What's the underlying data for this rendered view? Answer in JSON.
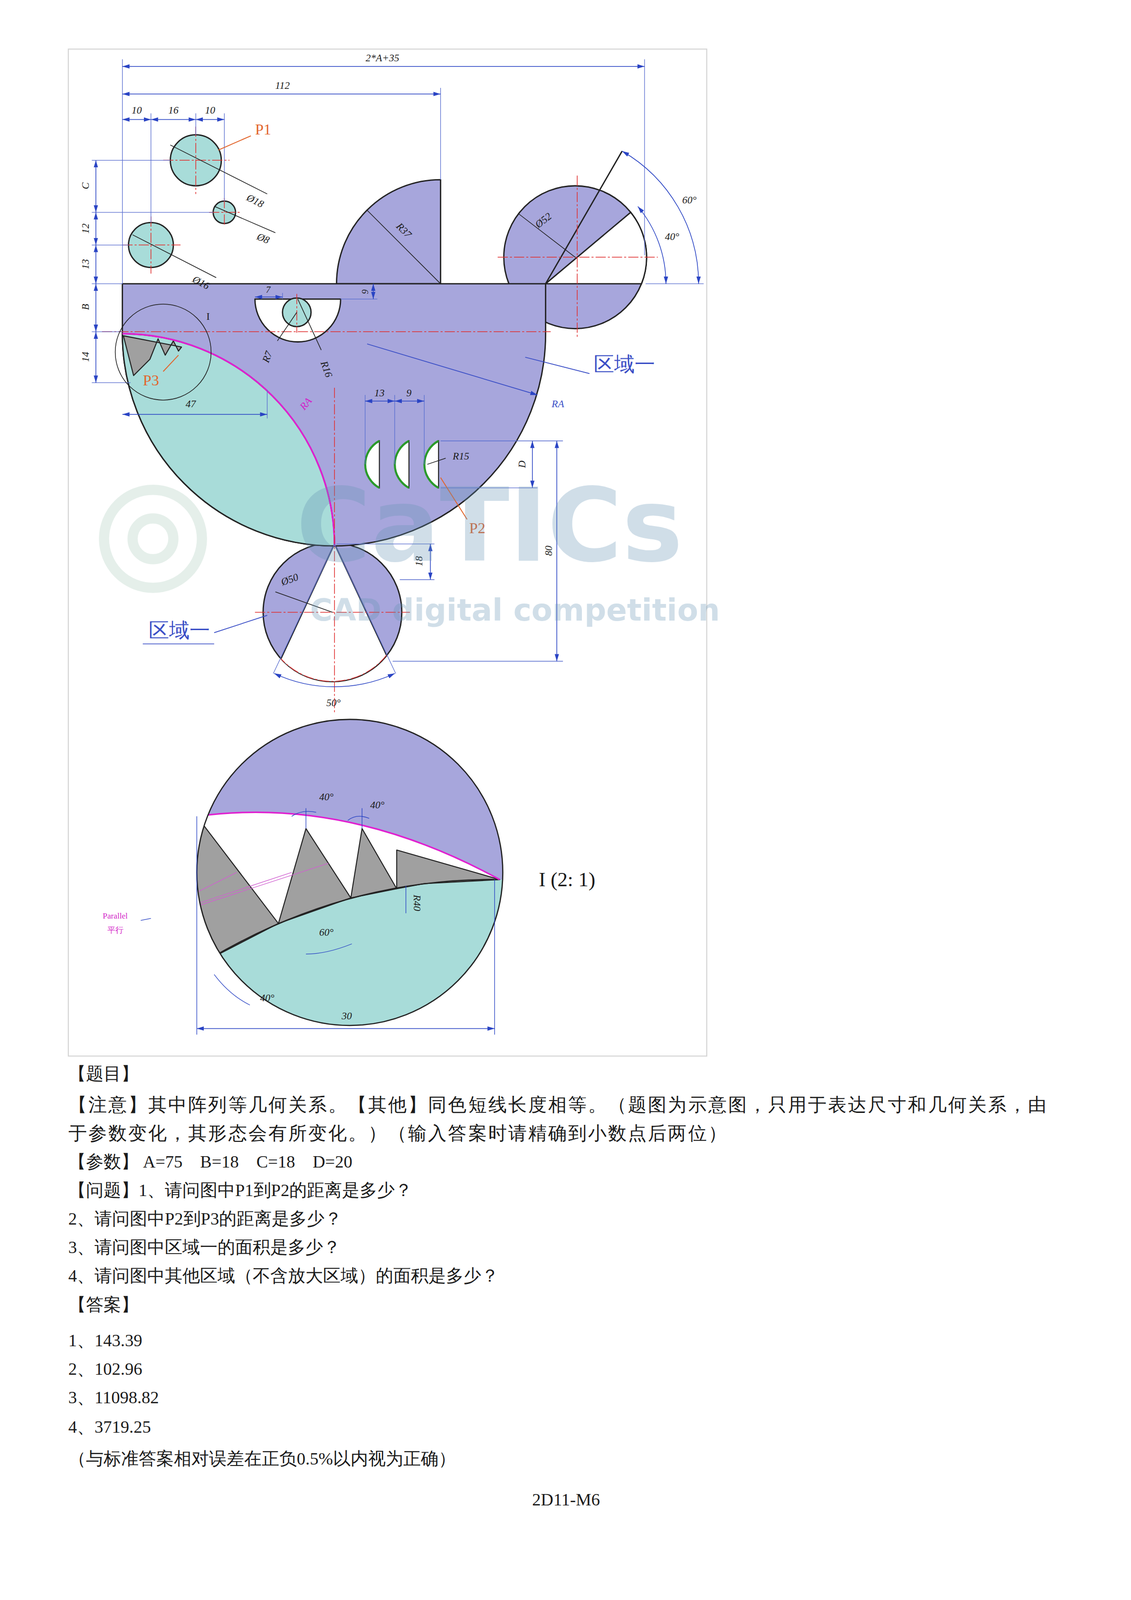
{
  "diagram": {
    "labels": [
      "2*A+35",
      "112",
      "10",
      "16",
      "10",
      "P1",
      "C",
      "Ø18",
      "12",
      "Ø8",
      "13",
      "Ø16",
      "R37",
      "Ø52",
      "60°",
      "40°",
      "B",
      "7",
      "9",
      "I",
      "14",
      "R7",
      "R16",
      "区域一",
      "RA",
      "P3",
      "47",
      "RA",
      "13",
      "9",
      "R15",
      "D",
      "P2",
      "80",
      "18",
      "Ø50",
      "区域一",
      "50°",
      "40°",
      "40°",
      "R40",
      "Parallel",
      "平行",
      "60°",
      "40°",
      "30",
      "I (2: 1)",
      "CaTICs",
      "CAD digital competition",
      "【题目】",
      "【注意】其中阵列等几何关系。【其他】同色短线长度相等。（题图为示意图，只用于表达尺寸和几何关系，由于参数变化，其形态会有所变化。）（输入答案时请精确到小数点后两位）",
      "【参数】 A=75　B=18　C=18　D=20",
      "【问题】1、请问图中P1到P2的距离是多少？",
      "2、请问图中P2到P3的距离是多少？",
      "3、请问图中区域一的面积是多少？",
      "4、请问图中其他区域（不含放大区域）的面积是多少？",
      "【答案】",
      "1、143.39",
      "2、102.96",
      "3、11098.82",
      "4、3719.25",
      "（与标准答案相对误差在正负0.5%以内视为正确）",
      "2D11-M6"
    ]
  }
}
